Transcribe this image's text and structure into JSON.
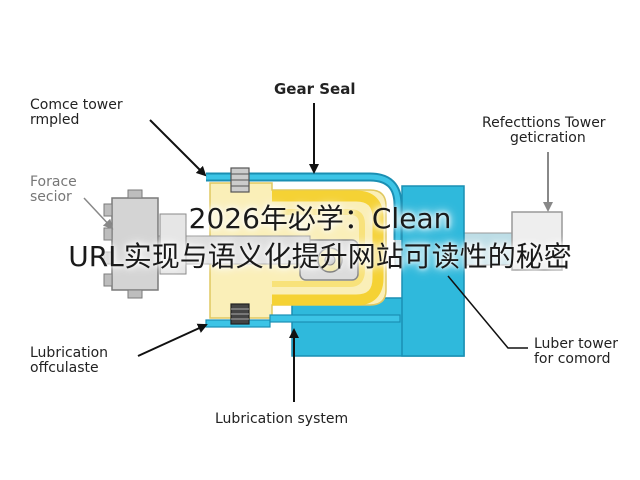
{
  "labels": {
    "gear_seal": "Gear Seal",
    "comce_tower": [
      "Comce tower",
      "rmpled"
    ],
    "forace_secior": [
      "Forace",
      "secior"
    ],
    "refections_tower": [
      "Refecttions Tower",
      "geticration"
    ],
    "lubrication_offculaste": [
      "Lubrication",
      "offculaste"
    ],
    "luber_tower": [
      "Luber tower",
      "for comord"
    ],
    "lubrication_system": "Lubrication system"
  },
  "watermark": {
    "line1": "2026年必学：Clean",
    "line2": "URL实现与语义化提升网站可读性的秘密"
  },
  "colors": {
    "cyan": "#2fb9dc",
    "cyan_dark": "#1a8fb3",
    "yellow": "#f5d234",
    "pale_yellow": "#faefb8",
    "grey": "#c8c8c8",
    "dark": "#222222"
  }
}
